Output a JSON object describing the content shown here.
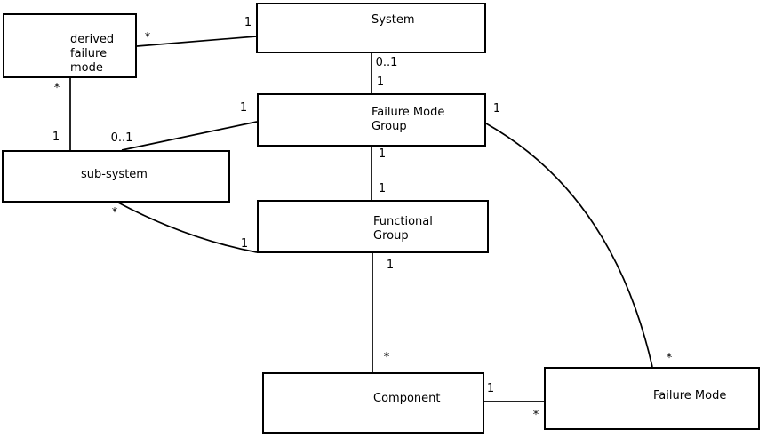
{
  "diagram": {
    "kind": "uml-class-relationship-diagram",
    "colors": {
      "line": "#000000",
      "background": "#ffffff",
      "text": "#000000"
    },
    "nodes": [
      {
        "id": "derived-failure-mode",
        "lines": [
          "derived",
          "failure",
          "mode"
        ]
      },
      {
        "id": "system",
        "lines": [
          "System"
        ]
      },
      {
        "id": "failure-mode-group",
        "lines": [
          "Failure Mode",
          "Group"
        ]
      },
      {
        "id": "sub-system",
        "lines": [
          "sub-system"
        ]
      },
      {
        "id": "functional-group",
        "lines": [
          "Functional",
          "Group"
        ]
      },
      {
        "id": "component",
        "lines": [
          "Component"
        ]
      },
      {
        "id": "failure-mode",
        "lines": [
          "Failure Mode"
        ]
      }
    ],
    "edges": [
      {
        "from": "derived failure mode",
        "to": "System",
        "from_label": "*",
        "to_label": "1"
      },
      {
        "from": "derived failure mode",
        "to": "sub-system",
        "from_label": "*",
        "to_label": "1"
      },
      {
        "from": "System",
        "to": "Failure Mode Group",
        "from_label": "0..1",
        "to_label": "1"
      },
      {
        "from": "Failure Mode Group",
        "to": "Functional Group",
        "from_label": "1",
        "to_label": "1"
      },
      {
        "from": "Functional Group",
        "to": "Component",
        "from_label": "1",
        "to_label": "*"
      },
      {
        "from": "sub-system",
        "to": "Failure Mode Group",
        "from_label": "0..1",
        "to_label": "1"
      },
      {
        "from": "sub-system",
        "to": "Functional Group",
        "from_label": "*",
        "to_label": "1"
      },
      {
        "from": "Failure Mode Group",
        "to": "Failure Mode",
        "from_label": "1",
        "to_label": "*"
      },
      {
        "from": "Component",
        "to": "Failure Mode",
        "from_label": "1",
        "to_label": "*"
      }
    ]
  }
}
